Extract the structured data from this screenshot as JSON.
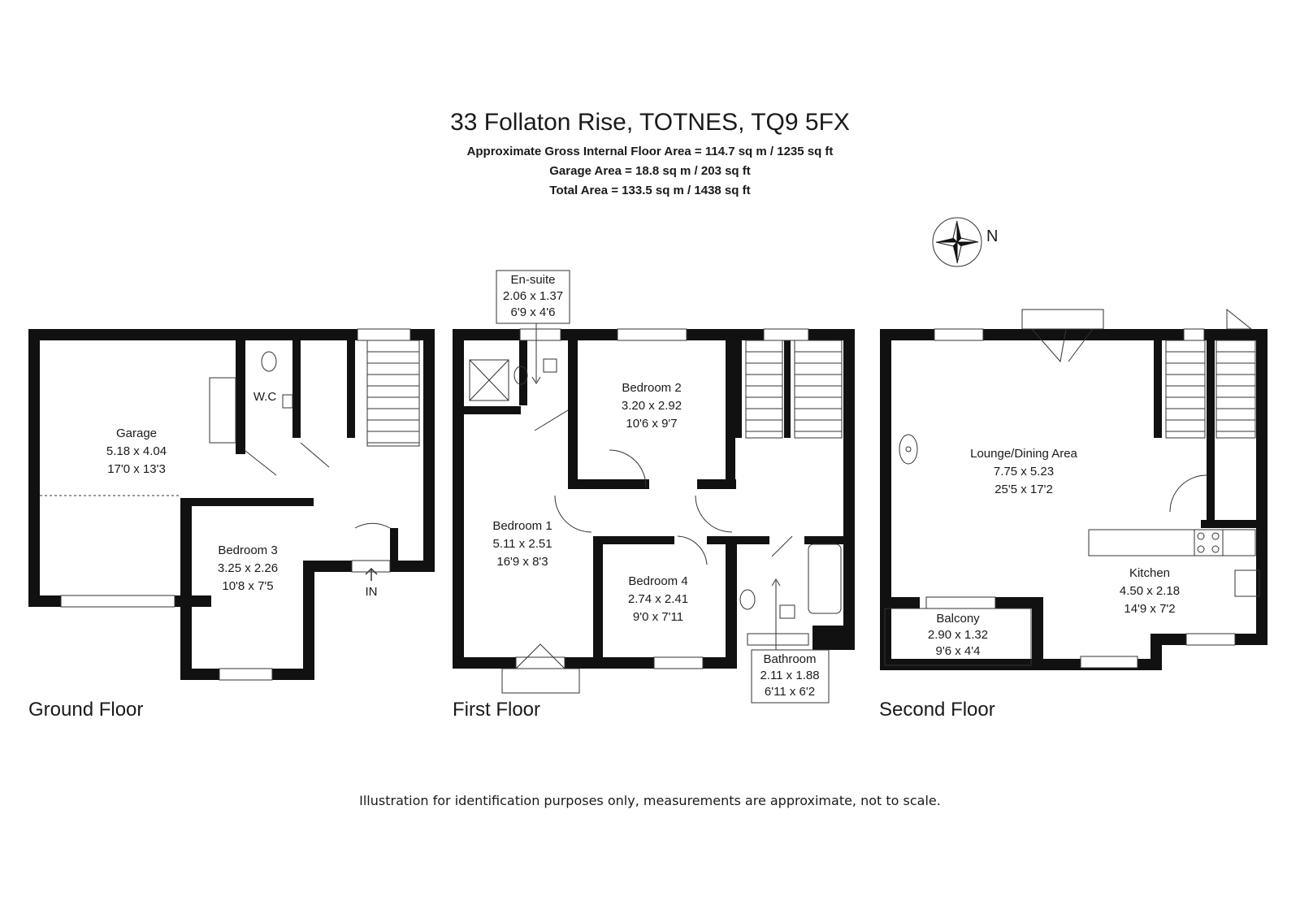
{
  "header": {
    "title": "33 Follaton Rise, TOTNES, TQ9 5FX",
    "gross_area": "Approximate Gross Internal Floor Area  = 114.7 sq m / 1235 sq ft",
    "garage_area": "Garage Area = 18.8 sq m / 203 sq ft",
    "total_area": "Total Area = 133.5 sq m / 1438 sq ft"
  },
  "compass": {
    "label": "N"
  },
  "floors": {
    "ground": "Ground Floor",
    "first": "First Floor",
    "second": "Second Floor"
  },
  "rooms": {
    "garage": {
      "name": "Garage",
      "metric": "5.18 x 4.04",
      "imperial": "17'0 x 13'3"
    },
    "wc": {
      "name": "W.C"
    },
    "bedroom3": {
      "name": "Bedroom 3",
      "metric": "3.25 x 2.26",
      "imperial": "10'8 x 7'5"
    },
    "entrance": {
      "name": "IN"
    },
    "ensuite": {
      "name": "En-suite",
      "metric": "2.06 x 1.37",
      "imperial": "6'9 x 4'6"
    },
    "bedroom2": {
      "name": "Bedroom 2",
      "metric": "3.20 x 2.92",
      "imperial": "10'6 x 9'7"
    },
    "bedroom1": {
      "name": "Bedroom 1",
      "metric": "5.11 x 2.51",
      "imperial": "16'9 x 8'3"
    },
    "bedroom4": {
      "name": "Bedroom 4",
      "metric": "2.74 x 2.41",
      "imperial": "9'0 x 7'11"
    },
    "bathroom": {
      "name": "Bathroom",
      "metric": "2.11 x 1.88",
      "imperial": "6'11 x 6'2"
    },
    "lounge": {
      "name": "Lounge/Dining Area",
      "metric": "7.75 x 5.23",
      "imperial": "25'5 x 17'2"
    },
    "kitchen": {
      "name": "Kitchen",
      "metric": "4.50 x 2.18",
      "imperial": "14'9 x 7'2"
    },
    "balcony": {
      "name": "Balcony",
      "metric": "2.90 x 1.32",
      "imperial": "9'6 x 4'4"
    }
  },
  "disclaimer": "Illustration for identification purposes only, measurements are approximate, not to scale."
}
